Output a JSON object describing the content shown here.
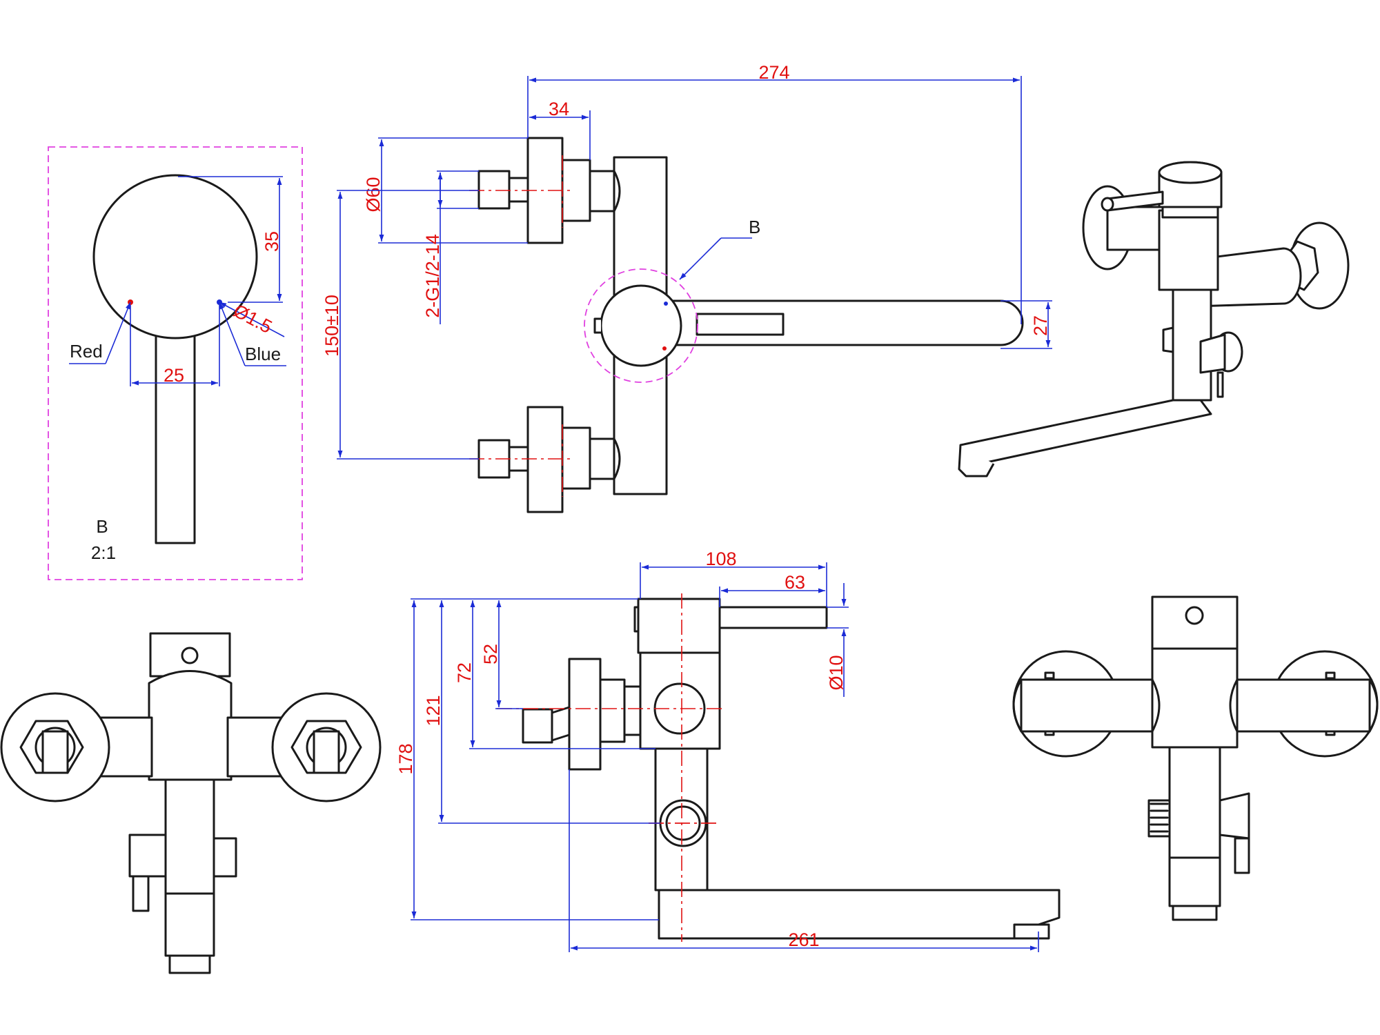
{
  "detail_view": {
    "marker": "B",
    "scale": "2:1",
    "red_label": "Red",
    "blue_label": "Blue",
    "dim_dot_spacing": "25",
    "dim_height": "35",
    "dim_dot_dia": "Ø1.5"
  },
  "front_view": {
    "dim_total_reach": "274",
    "dim_eccentric": "34",
    "dim_flange_dia": "Ø60",
    "dim_thread": "2-G1/2-14",
    "dim_centers": "150±10",
    "dim_spout_height": "27",
    "detail_callout": "B"
  },
  "side_view": {
    "dim_depth": "108",
    "dim_lever": "63",
    "dim_lever_dia": "Ø10",
    "dim_52": "52",
    "dim_72": "72",
    "dim_121": "121",
    "dim_178": "178",
    "dim_spout_reach": "261"
  },
  "colors": {
    "object_line": "#1a1a1a",
    "dimension_line": "#1b2bd6",
    "dimension_text": "#e01010",
    "center_line": "#e01010",
    "detail_boundary": "#e040e0"
  }
}
